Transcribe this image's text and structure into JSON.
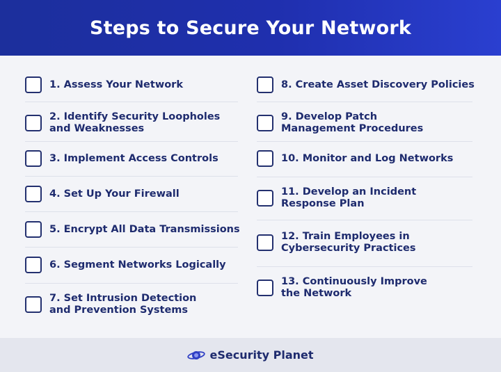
{
  "header": {
    "title": "Steps to Secure Your Network"
  },
  "left_items": [
    {
      "label_lines": [
        "1. Assess Your Network"
      ]
    },
    {
      "label_lines": [
        "2. Identify Security Loopholes",
        "and Weaknesses"
      ]
    },
    {
      "label_lines": [
        "3. Implement Access Controls"
      ]
    },
    {
      "label_lines": [
        "4. Set Up Your Firewall"
      ]
    },
    {
      "label_lines": [
        "5. Encrypt All Data Transmissions"
      ]
    },
    {
      "label_lines": [
        "6. Segment Networks Logically"
      ]
    },
    {
      "label_lines": [
        "7. Set Intrusion Detection",
        "and Prevention Systems"
      ]
    }
  ],
  "right_items": [
    {
      "label_lines": [
        "8. Create Asset Discovery Policies"
      ]
    },
    {
      "label_lines": [
        "9. Develop Patch",
        "Management Procedures"
      ]
    },
    {
      "label_lines": [
        "10. Monitor and Log Networks"
      ]
    },
    {
      "label_lines": [
        "11. Develop an Incident",
        "Response Plan"
      ]
    },
    {
      "label_lines": [
        "12. Train Employees in",
        "Cybersecurity Practices"
      ]
    },
    {
      "label_lines": [
        "13. Continuously Improve",
        "the Network"
      ]
    }
  ],
  "footer": {
    "brand_name": "eSecurity Planet",
    "brand_icon": "planet-logo-icon"
  },
  "colors": {
    "header_bg": "#1f2fae",
    "text": "#1e2b6e",
    "checkbox_border": "#23306f",
    "footer_bg": "#e4e6ee",
    "page_bg": "#f3f4f8"
  }
}
